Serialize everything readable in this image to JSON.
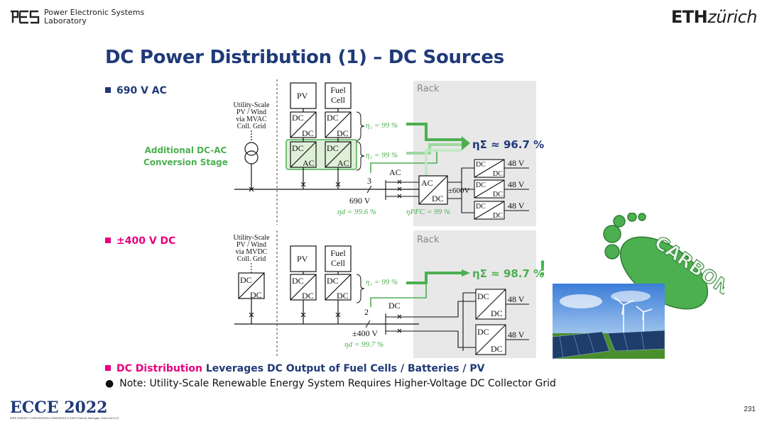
{
  "header": {
    "lab_line1": "Power Electronic Systems",
    "lab_line2": "Laboratory",
    "eth_bold": "ETH",
    "eth_italic": "zürich"
  },
  "slide": {
    "title": "DC Power Distribution (1) – DC Sources",
    "page_number": "231"
  },
  "section_ac": {
    "heading": "690 V AC",
    "additional_label_1": "Additional DC-AC",
    "additional_label_2": "Conversion Stage",
    "utility_1": "Utility-Scale",
    "utility_2": "PV / Wind",
    "utility_3": "via MVAC",
    "utility_4": "Coll. Grid",
    "pv": "PV",
    "fuel_1": "Fuel",
    "fuel_2": "Cell",
    "dc": "DC",
    "ac": "AC",
    "eta1": "η₁ = 99 %",
    "eta2": "η₂ = 99 %",
    "eta_total": "ηΣ ≈ 96.7 %",
    "phases": "3",
    "switch_label": "AC",
    "bus_voltage": "690 V",
    "eta_d": "ηd = 99.6 %",
    "eta_pfc": "ηPFC = 99 %",
    "rack": "Rack",
    "intermediate": "±600V",
    "out_1": "48 V",
    "out_2": "48 V",
    "out_3": "48 V"
  },
  "section_dc": {
    "heading": "±400 V DC",
    "utility_1": "Utility-Scale",
    "utility_2": "PV / Wind",
    "utility_3": "via MVDC",
    "utility_4": "Coll. Grid",
    "pv": "PV",
    "fuel_1": "Fuel",
    "fuel_2": "Cell",
    "dc": "DC",
    "eta1": "η₁ = 99 %",
    "eta_total": "ηΣ ≈ 98.7 %",
    "exclamation": "!",
    "phases": "2",
    "switch_label": "DC",
    "bus_voltage": "±400 V",
    "eta_d": "ηd = 99.7 %",
    "rack": "Rack",
    "out_1": "48 V",
    "out_2": "48 V"
  },
  "bullets": {
    "b3_pink": "DC Distribution",
    "b3_rest": " Leverages DC Output of Fuel Cells / Batteries / PV",
    "b4": "Note: Utility-Scale Renewable Energy System Requires Higher-Voltage DC Collector Grid"
  },
  "footer": {
    "ecce_logo": "ECCE 2022",
    "ecce_sub": "IEEE ENERGY CONVERSION CONGRESS & EXPO  Detroit, Michigan, USA  Oct 9-13"
  },
  "graphics": {
    "carbon_text": "CARBON",
    "colors": {
      "title_blue": "#1f3a78",
      "pink": "#e6007e",
      "green": "#4caf50",
      "dark_green": "#3cb44b"
    }
  }
}
